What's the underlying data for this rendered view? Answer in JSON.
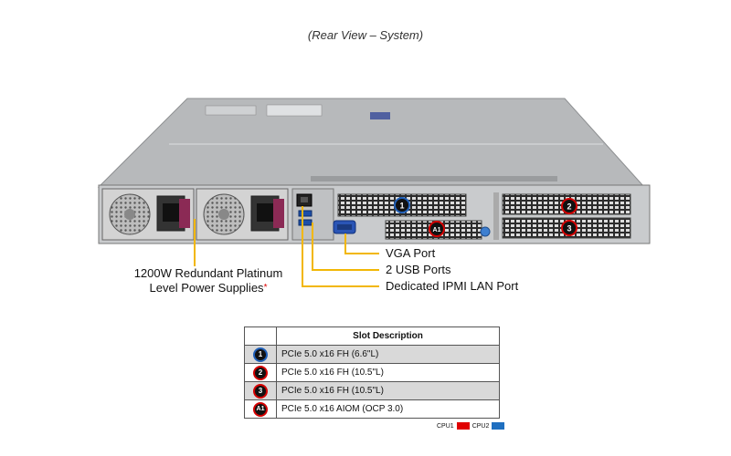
{
  "caption": "(Rear View – System)",
  "callouts": {
    "psu_line1": "1200W Redundant Platinum",
    "psu_line2": "Level Power Supplies",
    "psu_mark": "*",
    "vga": "VGA Port",
    "usb": "2 USB Ports",
    "lan": "Dedicated IPMI LAN Port"
  },
  "slot_badges": {
    "s1": "1",
    "s2": "2",
    "s3": "3",
    "a1": "A1"
  },
  "table": {
    "header": "Slot Description",
    "rows": [
      {
        "badge": "1",
        "cpu": "CPU2",
        "desc": "PCIe 5.0 x16 FH (6.6\"L)"
      },
      {
        "badge": "2",
        "cpu": "CPU1",
        "desc": "PCIe 5.0 x16 FH (10.5\"L)"
      },
      {
        "badge": "3",
        "cpu": "CPU1",
        "desc": "PCIe 5.0 x16 FH (10.5\"L)"
      },
      {
        "badge": "A1",
        "cpu": "CPU1",
        "desc": "PCIe 5.0 x16 AIOM (OCP 3.0)"
      }
    ]
  },
  "legend": {
    "cpu1_label": "CPU1",
    "cpu1_color": "#e00000",
    "cpu2_label": "CPU2",
    "cpu2_color": "#1f6fc0"
  },
  "colors": {
    "callout_line": "#f2b705",
    "chassis": "#a9abad",
    "badge_ring_cpu1": "#d40000",
    "badge_ring_cpu2": "#1f5fb8"
  }
}
